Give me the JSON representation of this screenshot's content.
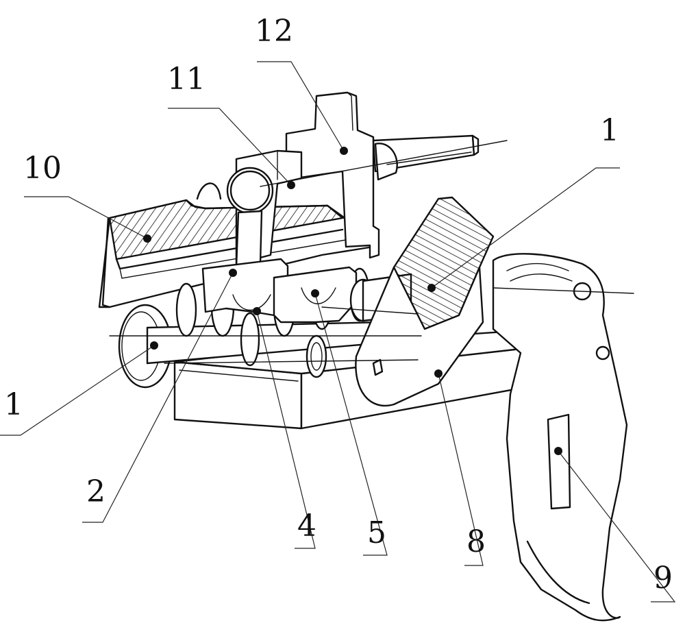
{
  "callouts": {
    "c12": "12",
    "c11": "11",
    "c10": "10",
    "c1_right": "1",
    "c1_left": "1",
    "c2": "2",
    "c4": "4",
    "c5": "5",
    "c8": "8",
    "c9": "9"
  },
  "colors": {
    "line": "#111111",
    "background": "#ffffff"
  }
}
